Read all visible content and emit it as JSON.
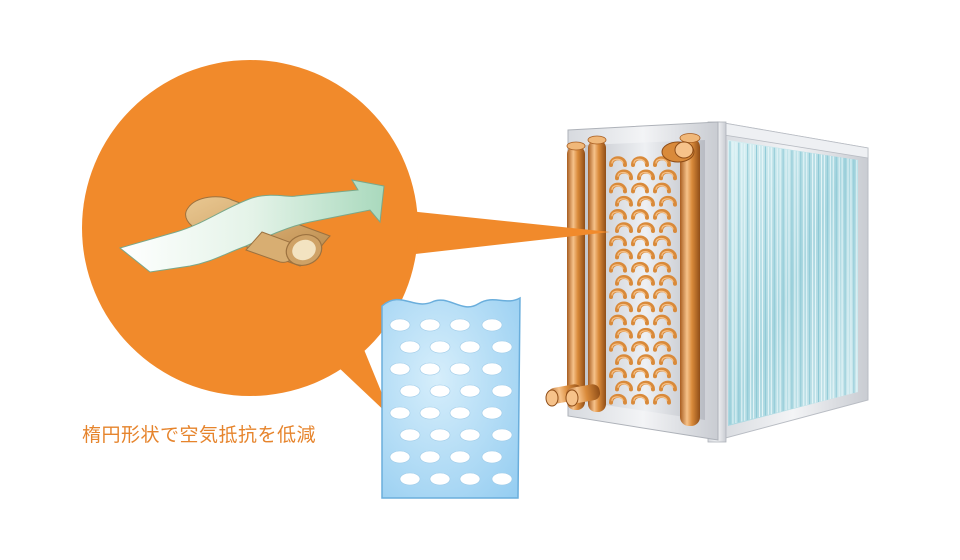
{
  "caption": "楕円形状で空気抵抗を低減",
  "colors": {
    "callout_orange": "#f18a2b",
    "caption_text": "#e6842c",
    "copper": "#d98a3a",
    "copper_dark": "#a85d20",
    "copper_light": "#f6c28a",
    "airflow_arrow": "#d9efe0",
    "perforated_plate": "#a8d8f2",
    "fins": "#bfe3ea",
    "frame": "#e4e6ea"
  },
  "icons": {
    "callout": "magnifier-circle",
    "airflow": "airflow-arrow-icon",
    "tube": "elliptical-tube-icon",
    "plate": "perforated-fin-plate"
  }
}
